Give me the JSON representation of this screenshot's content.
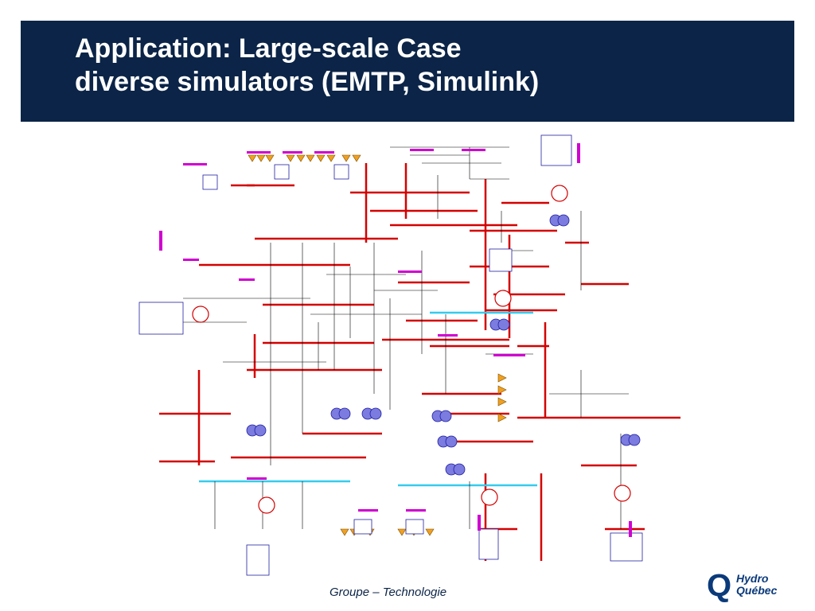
{
  "slide": {
    "title_line1": "Application: Large-scale Case",
    "title_line2": "diverse simulators (EMTP, Simulink)",
    "footer": "Groupe – Technologie"
  },
  "logo": {
    "mark": "Q",
    "line1": "Hydro",
    "line2": "Québec"
  },
  "colors": {
    "title_background": "#0b2447",
    "bus": "#d40000",
    "bus_lv": "#33ccee",
    "wire": "#000000",
    "transformer": "#7b7be0",
    "load": "#f0a020",
    "label": "#d000d0",
    "block_border": "#2020a0"
  },
  "icons": [
    "transformer-icon",
    "generator-icon",
    "load-icon",
    "control-block-icon",
    "hydro-quebec-logo-icon"
  ]
}
